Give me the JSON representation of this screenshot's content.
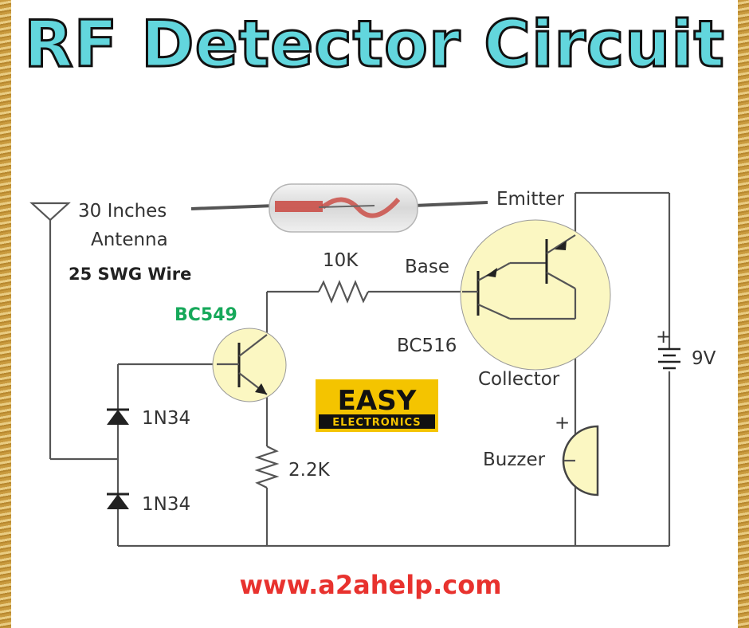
{
  "title": "RF Detector Circuit",
  "antenna": {
    "line1": "30 Inches",
    "line2": "Antenna",
    "wire_spec": "25 SWG Wire"
  },
  "components": {
    "resistor_base": "10K",
    "resistor_emitter": "2.2K",
    "diode_top": "1N34",
    "diode_bottom": "1N34",
    "transistor_driver": "BC549",
    "transistor_darlington": "BC516",
    "battery": "9V",
    "buzzer": "Buzzer"
  },
  "pins": {
    "emitter": "Emitter",
    "base": "Base",
    "collector": "Collector"
  },
  "logo": {
    "line1": "EASY",
    "line2": "ELECTRONICS"
  },
  "website": "www.a2ahelp.com",
  "colors": {
    "title_fill": "#62d6dd",
    "transistor_fill": "#fbf7c2",
    "buzzer_fill": "#fbf7c2",
    "url": "#e8322e",
    "green_label": "#16a85a",
    "logo_bg": "#f4c400"
  }
}
